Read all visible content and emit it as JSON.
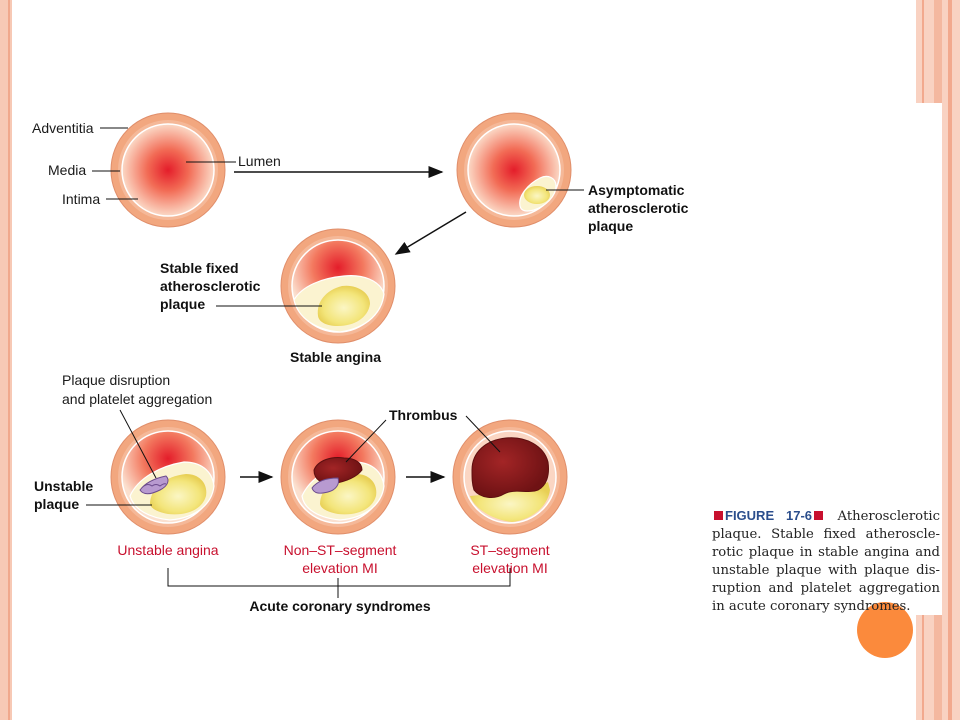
{
  "labels": {
    "adventitia": "Adventitia",
    "media": "Media",
    "intima": "Intima",
    "lumen": "Lumen",
    "asymptomatic_1": "Asymptomatic",
    "asymptomatic_2": "atherosclerotic",
    "asymptomatic_3": "plaque",
    "stable_fixed_1": "Stable fixed",
    "stable_fixed_2": "atherosclerotic",
    "stable_fixed_3": "plaque",
    "stable_angina": "Stable angina",
    "plaque_disruption_1": "Plaque disruption",
    "plaque_disruption_2": "and platelet aggregation",
    "thrombus": "Thrombus",
    "unstable_plaque_1": "Unstable",
    "unstable_plaque_2": "plaque",
    "unstable_angina": "Unstable angina",
    "nstemi_1": "Non–ST–segment",
    "nstemi_2": "elevation MI",
    "stemi_1": "ST–segment",
    "stemi_2": "elevation MI",
    "acs": "Acute coronary syndromes"
  },
  "caption": {
    "figure_number": "FIGURE 17-6",
    "text": "Atherosclerotic plaque. Stable fixed atheroscle-rotic plaque in stable angina and unstable plaque with plaque dis-ruption and platelet aggregation in acute coronary syndromes."
  },
  "colors": {
    "vessel_wall": "#f2a77f",
    "lumen_center": "#e8202c",
    "plaque": "#f6ec88",
    "thrombus": "#8e1a1c",
    "red_text": "#c8102e",
    "frame": "#f7c9b5",
    "accent_dot": "#fb8a3c"
  }
}
